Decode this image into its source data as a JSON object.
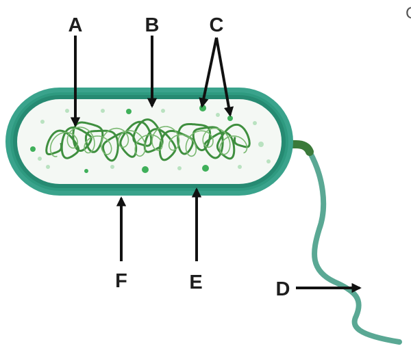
{
  "labels": {
    "a": "A",
    "b": "B",
    "c": "C",
    "d": "D",
    "e": "E",
    "f": "F"
  },
  "edge_fragment": "C",
  "colors": {
    "wall_outer": "#3aa38c",
    "wall_inner": "#268a72",
    "cytoplasm": "#f4f8f4",
    "dna": "#3f8f3f",
    "dna_highlight": "#79b870",
    "ribosome": "#3fb05a",
    "ribosome_faint": "#b9e2c0",
    "flagellum": "#5aa894",
    "hook": "#3b7a3a",
    "arrow": "#111111"
  }
}
